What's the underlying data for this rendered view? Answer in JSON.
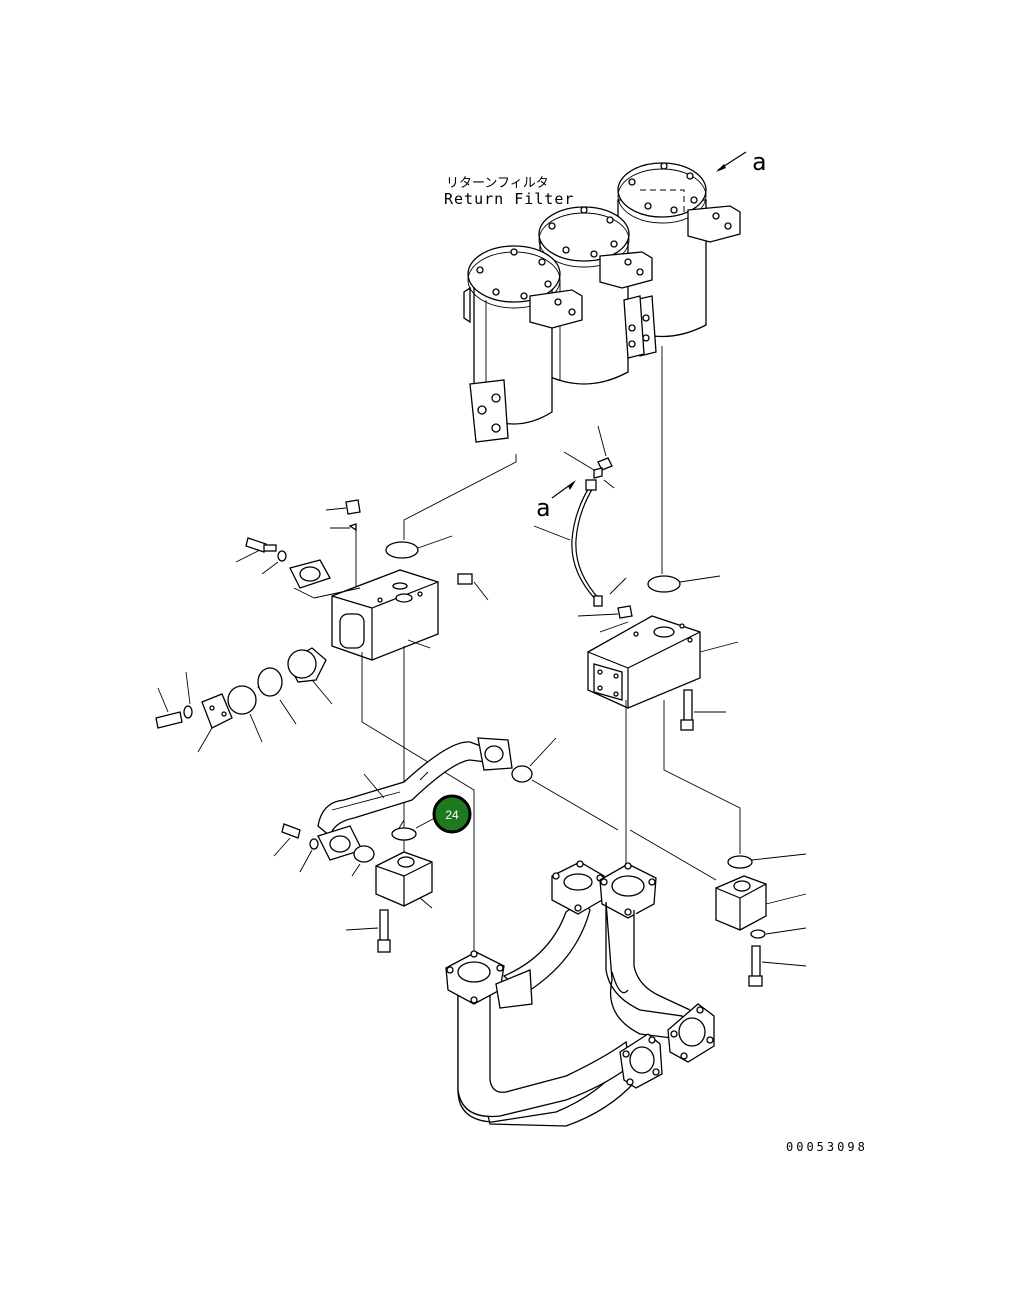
{
  "title_jp": "リターンフィルタ",
  "title_en": "Return Filter",
  "ref_letter_top": "a",
  "ref_letter_hose": "a",
  "drawing_number": "00053098",
  "callout": {
    "label": "24",
    "fill": "#1e7a1e"
  }
}
